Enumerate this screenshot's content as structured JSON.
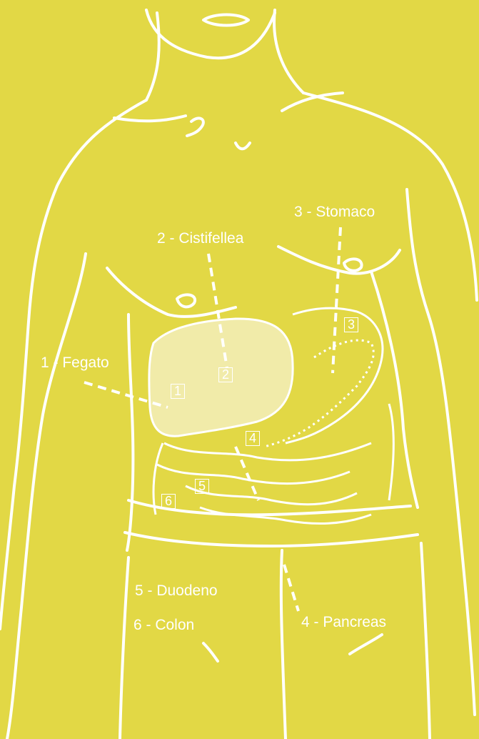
{
  "colors": {
    "background": "#e2d845",
    "line": "#ffffff"
  },
  "labels": {
    "fegato": "1 - Fegato",
    "cistifellea": "2 - Cistifellea",
    "stomaco": "3 - Stomaco",
    "pancreas": "4 - Pancreas",
    "duodeno": "5 - Duodeno",
    "colon": "6 - Colon"
  },
  "markers": {
    "m1": "1",
    "m2": "2",
    "m3": "3",
    "m4": "4",
    "m5": "5",
    "m6": "6"
  }
}
